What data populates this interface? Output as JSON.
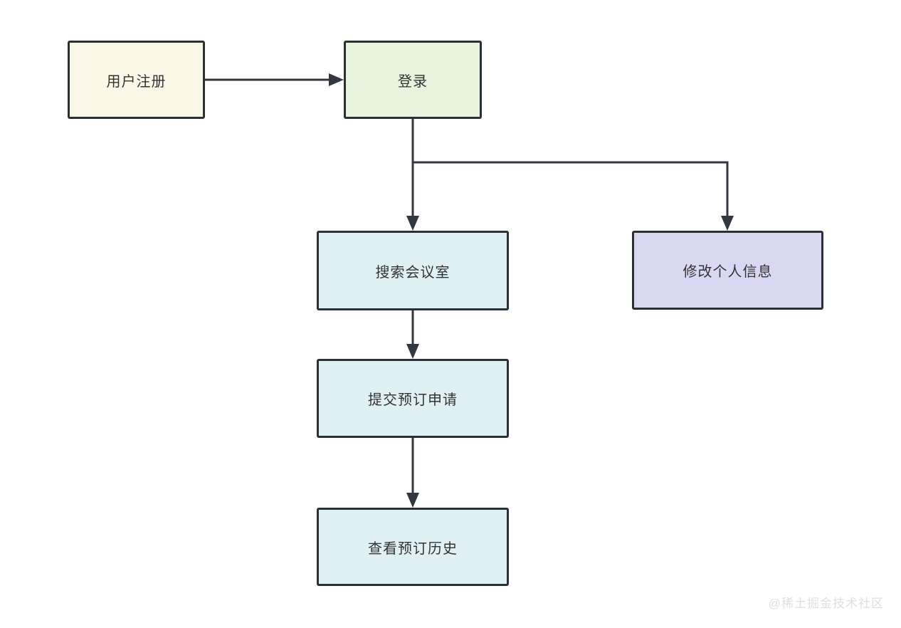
{
  "diagram": {
    "kind": "flowchart",
    "background": "#ffffff",
    "stroke_color": "#33373f",
    "border_color": "#2b2f36",
    "text_color": "#333333",
    "nodes": [
      {
        "id": "register",
        "label": "用户注册",
        "fill": "#faf7e6"
      },
      {
        "id": "login",
        "label": "登录",
        "fill": "#e7f3dc"
      },
      {
        "id": "search-room",
        "label": "搜索会议室",
        "fill": "#dff1f4"
      },
      {
        "id": "edit-profile",
        "label": "修改个人信息",
        "fill": "#d9d7f2"
      },
      {
        "id": "submit-booking",
        "label": "提交预订申请",
        "fill": "#dff1f4"
      },
      {
        "id": "view-history",
        "label": "查看预订历史",
        "fill": "#dff1f4"
      }
    ],
    "edges": [
      {
        "from": "register",
        "to": "login"
      },
      {
        "from": "login",
        "to": "search-room"
      },
      {
        "from": "login",
        "to": "edit-profile"
      },
      {
        "from": "search-room",
        "to": "submit-booking"
      },
      {
        "from": "submit-booking",
        "to": "view-history"
      }
    ]
  },
  "watermark": {
    "text": "@稀土掘金技术社区",
    "color": "#e0e0e0"
  }
}
